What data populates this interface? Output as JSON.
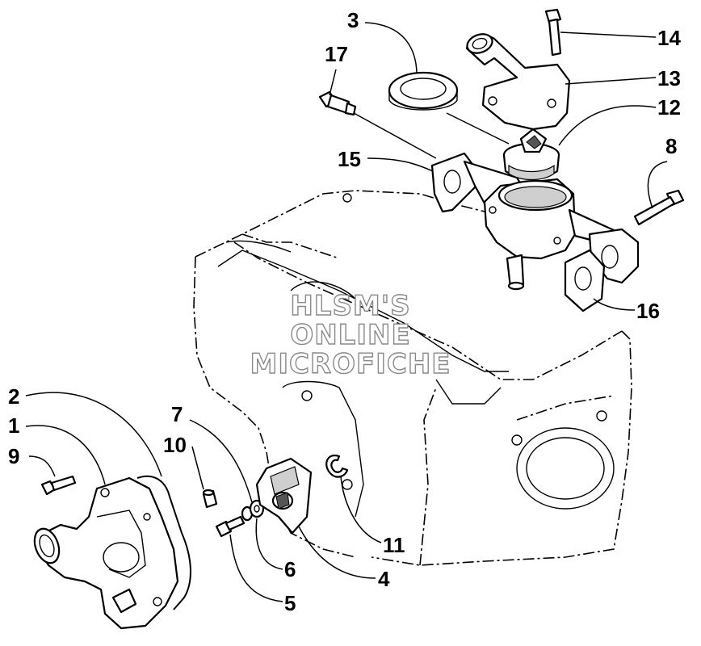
{
  "watermark": {
    "lines": [
      "HLSM'S",
      "ONLINE",
      "MICROFICHE"
    ]
  },
  "callouts": [
    {
      "id": "c1",
      "label": "1"
    },
    {
      "id": "c2",
      "label": "2"
    },
    {
      "id": "c3",
      "label": "3"
    },
    {
      "id": "c4",
      "label": "4"
    },
    {
      "id": "c5",
      "label": "5"
    },
    {
      "id": "c6",
      "label": "6"
    },
    {
      "id": "c7",
      "label": "7"
    },
    {
      "id": "c8",
      "label": "8"
    },
    {
      "id": "c9",
      "label": "9"
    },
    {
      "id": "c10",
      "label": "10"
    },
    {
      "id": "c11",
      "label": "11"
    },
    {
      "id": "c12",
      "label": "12"
    },
    {
      "id": "c13",
      "label": "13"
    },
    {
      "id": "c14",
      "label": "14"
    },
    {
      "id": "c15",
      "label": "15"
    },
    {
      "id": "c16",
      "label": "16"
    },
    {
      "id": "c17",
      "label": "17"
    }
  ]
}
